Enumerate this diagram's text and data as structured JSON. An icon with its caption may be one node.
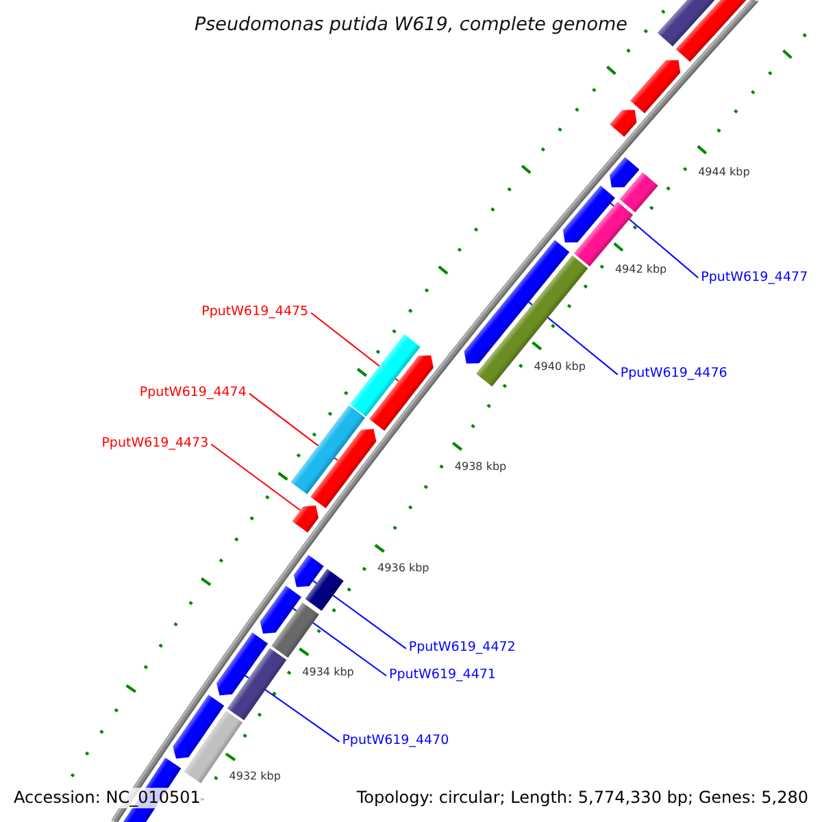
{
  "diagram": {
    "title": "Pseudomonas putida W619, complete genome",
    "nodes": [
      {
        "text": [
          "PputW619_4477"
        ]
      },
      {
        "text": [
          "PputW619_4475"
        ]
      },
      {
        "text": [
          "PputW619_4474"
        ]
      },
      {
        "text": [
          "PputW619_4476"
        ]
      },
      {
        "text": [
          "PputW619_4473"
        ]
      },
      {
        "text": [
          "PputW619_4472"
        ]
      },
      {
        "text": [
          "PputW619_4471"
        ]
      },
      {
        "text": [
          "PputW619_4470"
        ]
      },
      {
        "text": [],
        "shape": "bar"
      },
      {
        "text": [],
        "shape": "bar"
      },
      {
        "text": [],
        "shape": "bar"
      },
      {
        "text": [],
        "shape": "bar"
      },
      {
        "text": [],
        "shape": "bar"
      },
      {
        "text": [],
        "shape": "bar"
      },
      {
        "text": [],
        "shape": "bar"
      },
      {
        "text": [],
        "shape": "bar"
      },
      {
        "text": [],
        "shape": "bar"
      },
      {
        "text": [],
        "shape": "bar"
      },
      {
        "text": [],
        "shape": "bar"
      },
      {
        "text": [],
        "shape": "bar"
      },
      {
        "text": [],
        "shape": "bar"
      },
      {
        "text": [],
        "shape": "bar"
      },
      {
        "text": [],
        "shape": "bar"
      },
      {
        "text": [],
        "shape": "bar"
      },
      {
        "text": [],
        "shape": "bar"
      },
      {
        "text": [],
        "shape": "bar"
      },
      {
        "text": [],
        "shape": "bar"
      },
      {
        "text": [],
        "shape": "bar"
      },
      {
        "text": [],
        "shape": "bar"
      },
      {
        "text": [],
        "shape": "bar"
      },
      {
        "text": [],
        "shape": "bar"
      },
      {
        "text": [],
        "shape": "bar"
      }
    ],
    "edges": [
      {
        "from": 0,
        "to": 14,
        "arrow": "none"
      },
      {
        "from": 1,
        "to": 19,
        "arrow": "none",
        "color": "#ff0000"
      },
      {
        "from": 2,
        "to": 21,
        "arrow": "none",
        "color": "#ff0000"
      },
      {
        "from": 3,
        "to": 16,
        "arrow": "none"
      },
      {
        "from": 4,
        "to": 22,
        "arrow": "none",
        "color": "#ff0000"
      },
      {
        "from": 5,
        "to": 23,
        "arrow": "none"
      },
      {
        "from": 6,
        "to": 25,
        "arrow": "none"
      },
      {
        "from": 7,
        "to": 27,
        "arrow": "none"
      }
    ],
    "labels": [
      "4944 kbp",
      "4942 kbp",
      "4940 kbp",
      "4938 kbp",
      "4936 kbp",
      "4934 kbp",
      "4932 kbp",
      "Accession: NC_010501",
      "Topology: circular; Length: 5,774,330 bp; Genes: 5,280"
    ]
  }
}
